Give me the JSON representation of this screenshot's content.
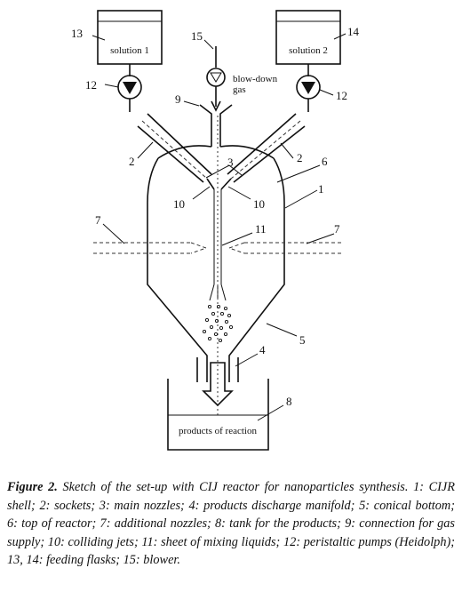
{
  "diagram": {
    "flask_1_label": "solution 1",
    "flask_2_label": "solution 2",
    "blower_label": "blow-down gas",
    "tank_label": "products of reaction",
    "callouts": {
      "n1": "1",
      "n2": "2",
      "n3": "3",
      "n4": "4",
      "n5": "5",
      "n6": "6",
      "n7": "7",
      "n8": "8",
      "n9": "9",
      "n10": "10",
      "n11": "11",
      "n12": "12",
      "n13": "13",
      "n14": "14",
      "n15": "15"
    }
  },
  "caption": {
    "label": "Figure 2.",
    "text": "Sketch of the set-up with CIJ reactor for nanoparticles synthesis. 1: CIJR shell; 2: sockets; 3: main nozzles; 4: products discharge manifold; 5: conical bottom; 6: top of reactor; 7: additional nozzles; 8: tank for the products; 9: connection for gas supply; 10: colliding jets; 11: sheet of mixing liquids; 12: peristaltic pumps (Heidolph); 13, 14: feeding flasks; 15: blower."
  }
}
